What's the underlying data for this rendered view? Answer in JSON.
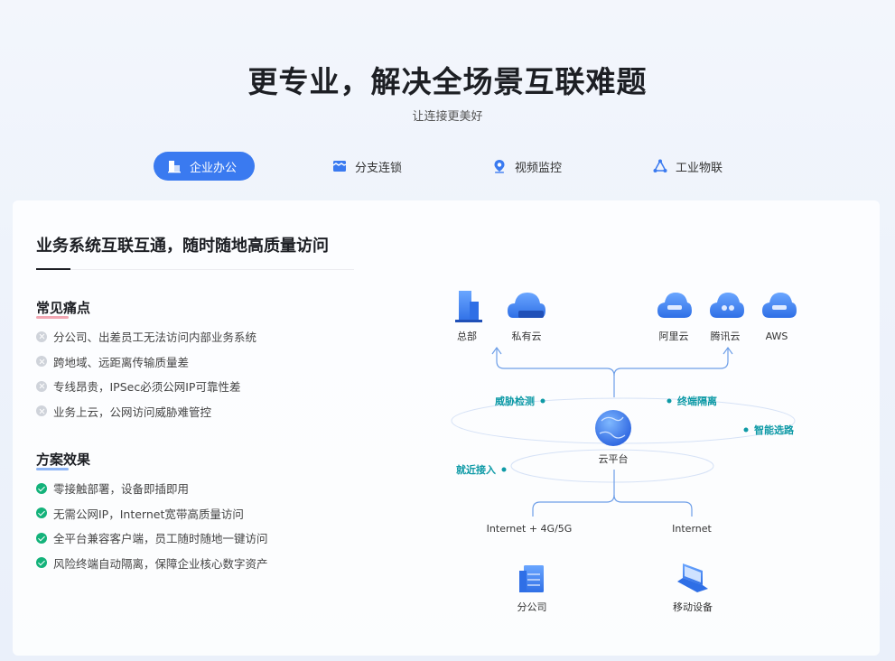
{
  "header": {
    "title": "更专业，解决全场景互联难题",
    "subtitle": "让连接更美好"
  },
  "tabs": [
    {
      "label": "企业办公",
      "icon": "building-icon",
      "active": true
    },
    {
      "label": "分支连锁",
      "icon": "store-icon",
      "active": false
    },
    {
      "label": "视频监控",
      "icon": "location-pin-icon",
      "active": false
    },
    {
      "label": "工业物联",
      "icon": "network-triangle-icon",
      "active": false
    }
  ],
  "card": {
    "title": "业务系统互联互通，随时随地高质量访问",
    "pain_points": {
      "title": "常见痛点",
      "items": [
        "分公司、出差员工无法访问内部业务系统",
        "跨地域、远距离传输质量差",
        "专线昂贵，IPSec必须公网IP可靠性差",
        "业务上云，公网访问威胁难管控"
      ]
    },
    "effects": {
      "title": "方案效果",
      "items": [
        "零接触部署，设备即插即用",
        "无需公网IP，Internet宽带高质量访问",
        "全平台兼容客户端，员工随时随地一键访问",
        "风险终端自动隔离，保障企业核心数字资产"
      ]
    }
  },
  "diagram": {
    "hq": "总部",
    "private_cloud": "私有云",
    "aliyun": "阿里云",
    "tencent": "腾讯云",
    "aws": "AWS",
    "cloud_platform": "云平台",
    "threat_detection": "威胁检测",
    "terminal_isolation": "终端隔离",
    "smart_routing": "智能选路",
    "nearby_access": "就近接入",
    "branch_link": "Internet + 4G/5G",
    "mobile_link": "Internet",
    "branch": "分公司",
    "mobile": "移动设备"
  },
  "colors": {
    "accent": "#3a7af0",
    "teal": "#0e9aa6",
    "check_green": "#13b27a",
    "pain_underline": "#f2a7b3",
    "effect_underline": "#8fb6f5"
  }
}
